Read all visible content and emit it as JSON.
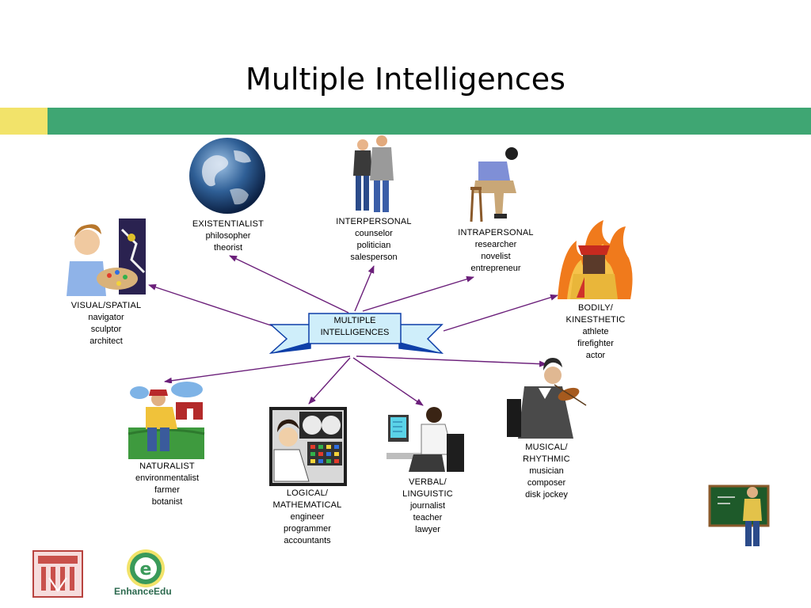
{
  "title": "Multiple Intelligences",
  "colors": {
    "band_yellow": "#f2e36a",
    "band_green": "#3fa673",
    "arrow": "#6b1f7a",
    "ribbon": "#cfeefa",
    "ribbon_dark": "#0e3fa8"
  },
  "center": {
    "line1": "MULTIPLE",
    "line2": "INTELLIGENCES"
  },
  "intelligences": [
    {
      "id": "existentialist",
      "heading": [
        "EXISTENTIALIST"
      ],
      "roles": [
        "philosopher",
        "theorist"
      ],
      "icon": "globe-icon"
    },
    {
      "id": "interpersonal",
      "heading": [
        "INTERPERSONAL"
      ],
      "roles": [
        "counselor",
        "politician",
        "salesperson"
      ],
      "icon": "couple-icon"
    },
    {
      "id": "intrapersonal",
      "heading": [
        "INTRAPERSONAL"
      ],
      "roles": [
        "researcher",
        "novelist",
        "entrepreneur"
      ],
      "icon": "thinker-icon"
    },
    {
      "id": "visual-spatial",
      "heading": [
        "VISUAL/SPATIAL"
      ],
      "roles": [
        "navigator",
        "sculptor",
        "architect"
      ],
      "icon": "painter-icon"
    },
    {
      "id": "bodily-kinesthetic",
      "heading": [
        "BODILY/",
        "KINESTHETIC"
      ],
      "roles": [
        "athlete",
        "firefighter",
        "actor"
      ],
      "icon": "firefighter-icon"
    },
    {
      "id": "naturalist",
      "heading": [
        "NATURALIST"
      ],
      "roles": [
        "environmentalist",
        "farmer",
        "botanist"
      ],
      "icon": "farmer-icon"
    },
    {
      "id": "logical-mathematical",
      "heading": [
        "LOGICAL/",
        "MATHEMATICAL"
      ],
      "roles": [
        "engineer",
        "programmer",
        "accountants"
      ],
      "icon": "engineer-icon"
    },
    {
      "id": "verbal-linguistic",
      "heading": [
        "VERBAL/",
        "LINGUISTIC"
      ],
      "roles": [
        "journalist",
        "teacher",
        "lawyer"
      ],
      "icon": "computer-user-icon"
    },
    {
      "id": "musical-rhythmic",
      "heading": [
        "MUSICAL/",
        "RHYTHMIC"
      ],
      "roles": [
        "musician",
        "composer",
        "disk jockey"
      ],
      "icon": "violinist-icon"
    }
  ],
  "brand": {
    "name": "EnhanceEdu",
    "logo_letter": "e"
  }
}
